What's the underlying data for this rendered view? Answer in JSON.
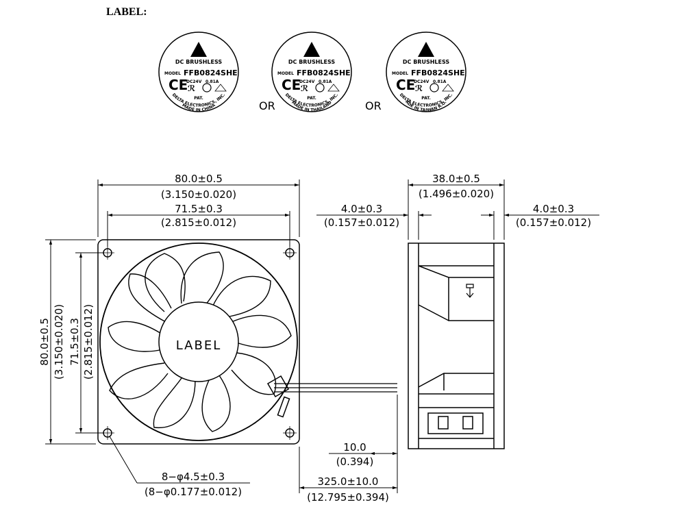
{
  "header_label": "LABEL:",
  "labels": [
    {
      "line1": "DC BRUSHLESS",
      "model_key": "MODEL",
      "model": "FFB0824SHE",
      "rating_v": "DC24V",
      "rating_a": "0.81A",
      "pat": "PAT.",
      "maker": "DELTA ELECTRONICS, INC.",
      "origin": "MADE IN CHINA"
    },
    {
      "line1": "DC BRUSHLESS",
      "model_key": "MODEL",
      "model": "FFB0824SHE",
      "rating_v": "DC24V",
      "rating_a": "0.81A",
      "pat": "PAT.",
      "maker": "DELTA ELECTRONICS, INC.",
      "origin": "MADE IN THAILAND"
    },
    {
      "line1": "DC BRUSHLESS",
      "model_key": "MODEL",
      "model": "FFB0824SHE",
      "rating_v": "DC24V",
      "rating_a": "0.81A",
      "pat": "PAT.",
      "maker": "DELTA ELECTRONICS, INC.",
      "origin": "MADE IN TAIWAN R.O.C."
    }
  ],
  "or_text": "OR",
  "hub_label": "LABEL",
  "dims": {
    "width_mm": "80.0±0.5",
    "width_in": "(3.150±0.020)",
    "hole_span_mm": "71.5±0.3",
    "hole_span_in": "(2.815±0.012)",
    "height_mm": "80.0±0.5",
    "height_in": "(3.150±0.020)",
    "vhole_span_mm": "71.5±0.3",
    "vhole_span_in": "(2.815±0.012)",
    "holes_mm": "8−φ4.5±0.3",
    "holes_in": "(8−φ0.177±0.012)",
    "strip_mm": "10.0",
    "strip_in": "(0.394)",
    "lead_mm": "325.0±10.0",
    "lead_in": "(12.795±0.394)",
    "depth_mm": "38.0±0.5",
    "depth_in": "(1.496±0.020)",
    "flange_left_mm": "4.0±0.3",
    "flange_left_in": "(0.157±0.012)",
    "flange_right_mm": "4.0±0.3",
    "flange_right_in": "(0.157±0.012)"
  }
}
